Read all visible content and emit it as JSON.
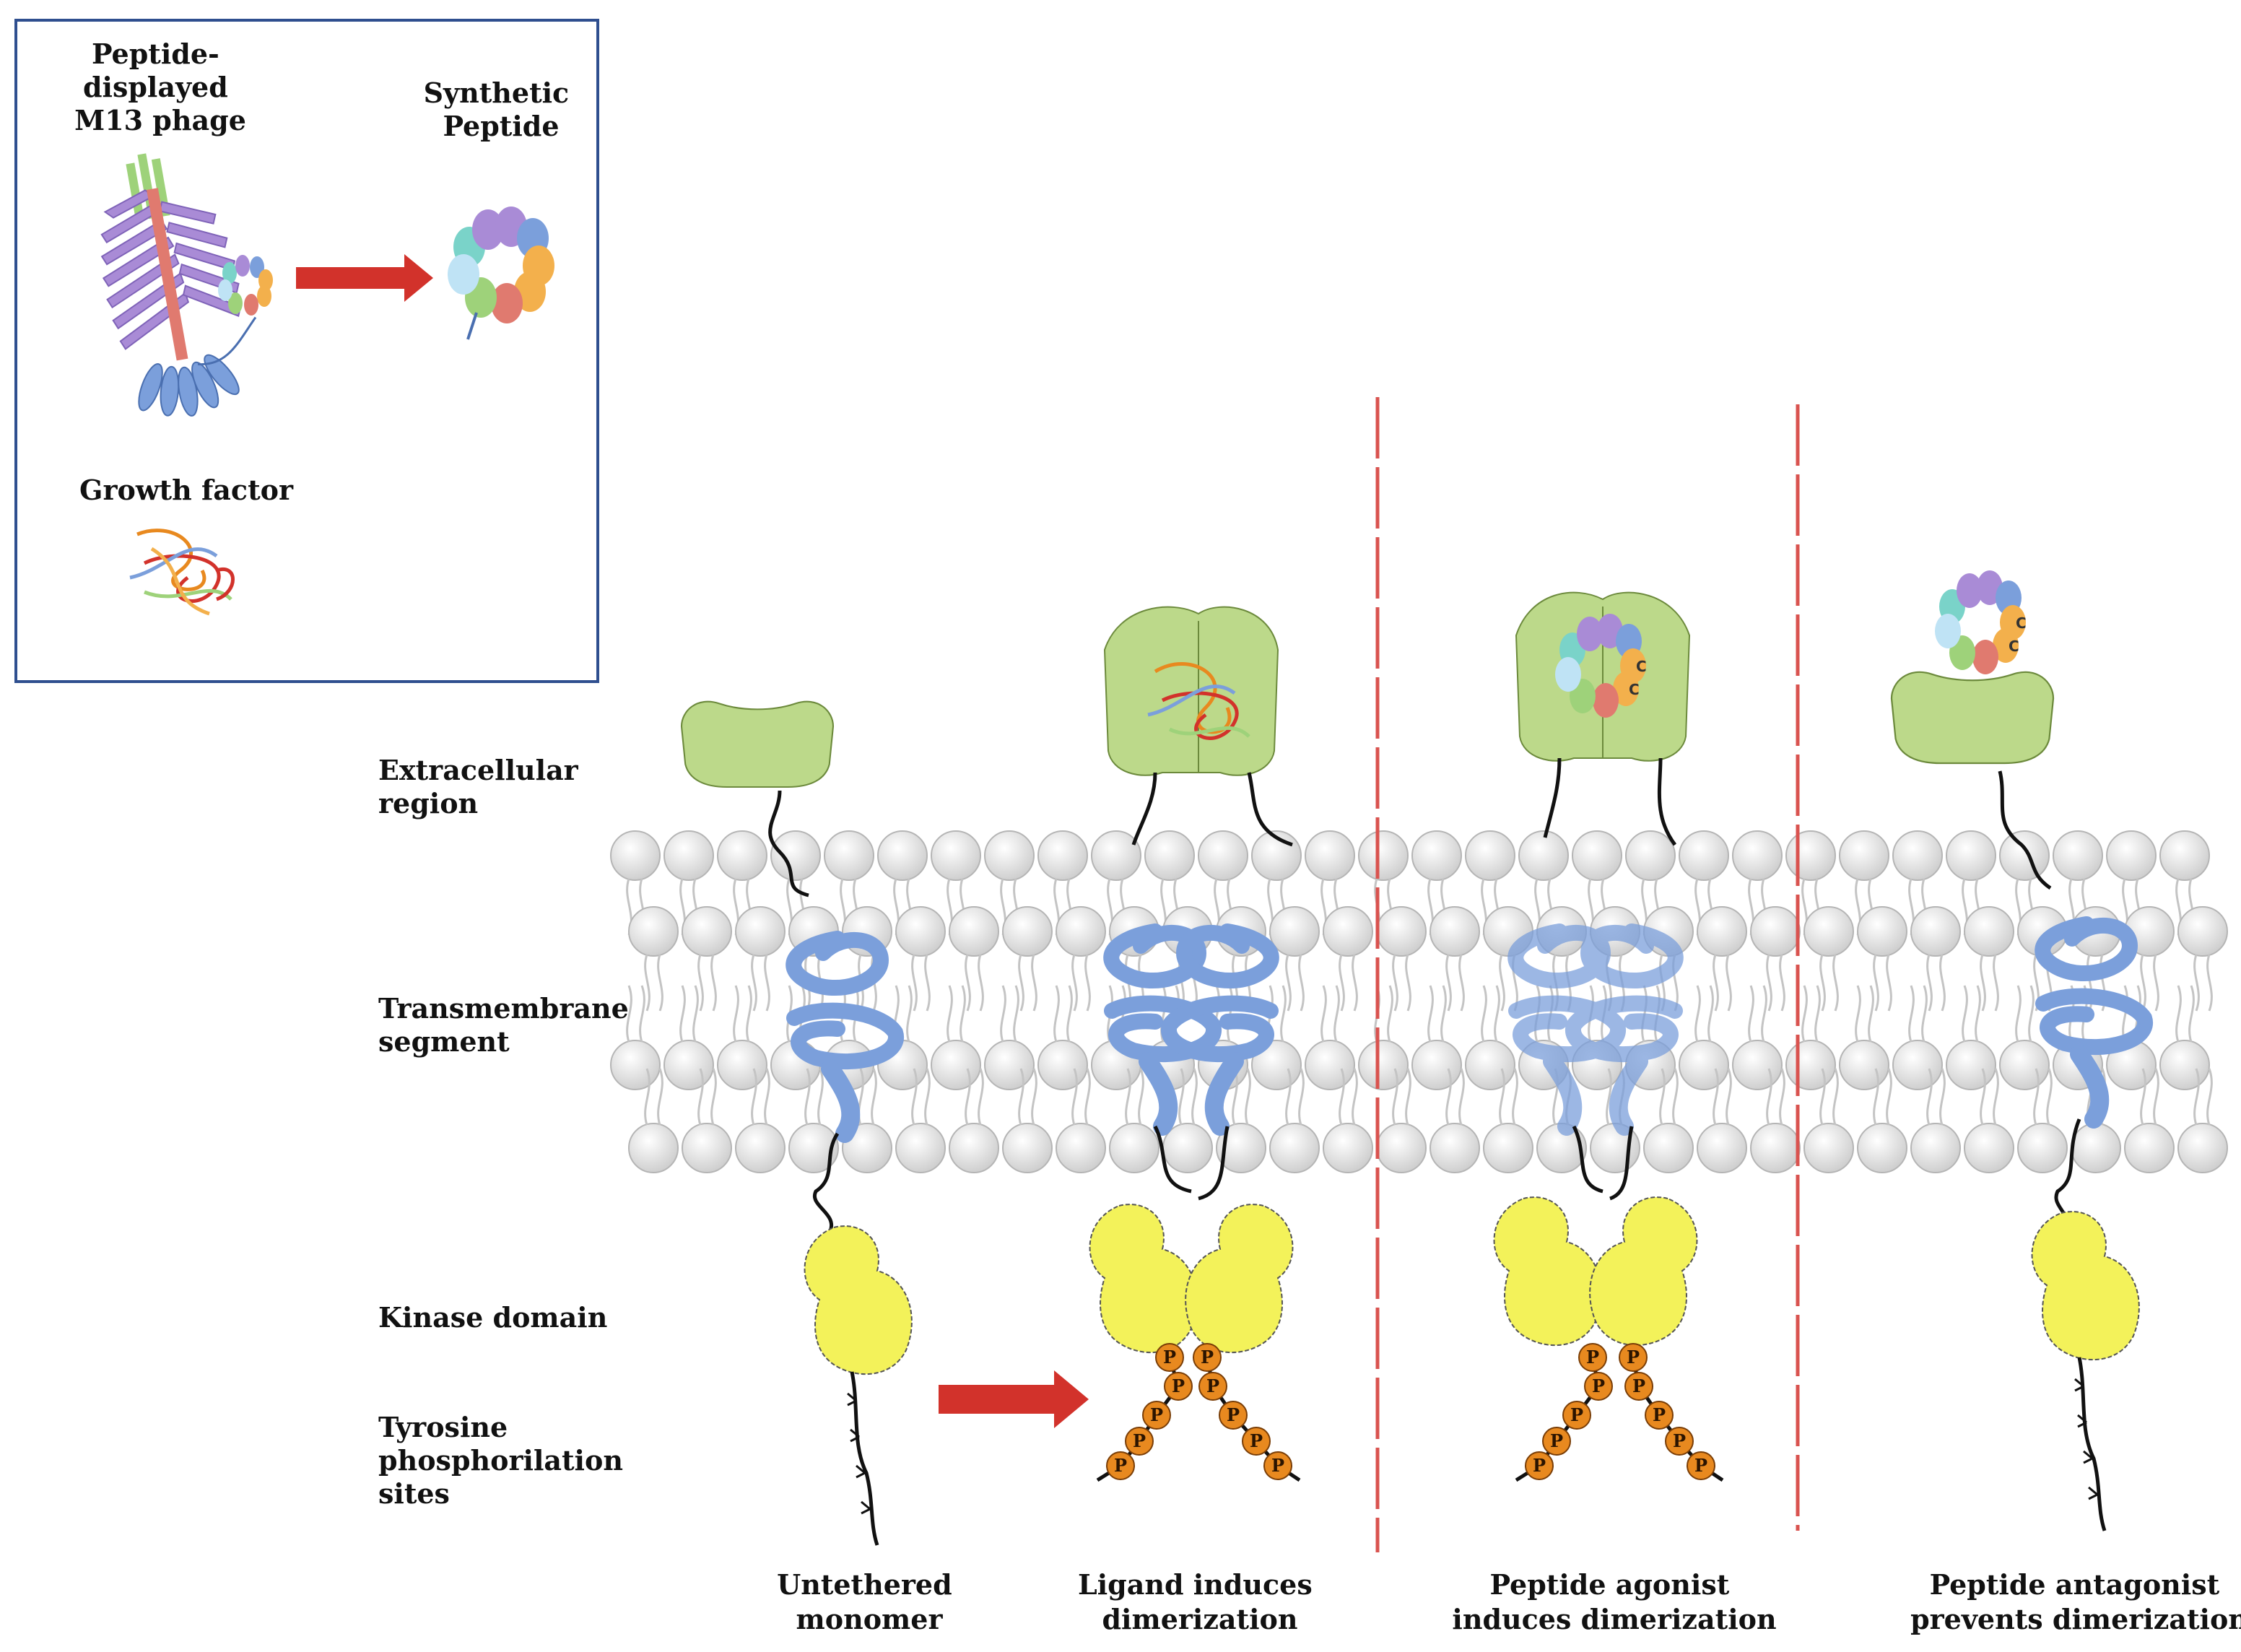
{
  "inset": {
    "phage_label": [
      "Peptide-",
      "displayed",
      "M13 phage"
    ],
    "peptide_label": [
      "Synthetic",
      "Peptide"
    ],
    "growth_factor_label": "Growth factor"
  },
  "side_labels": {
    "extracellular": [
      "Extracellular",
      "region"
    ],
    "transmembrane": [
      "Transmembrane",
      "segment"
    ],
    "kinase": "Kinase domain",
    "tyrosine": [
      "Tyrosine",
      "phosphorilation",
      "sites"
    ]
  },
  "captions": {
    "c1": [
      "Untethered",
      "monomer"
    ],
    "c2": [
      "Ligand induces",
      "dimerization"
    ],
    "c3": [
      "Peptide agonist",
      "induces dimerization"
    ],
    "c4": [
      "Peptide antagonist",
      "prevents dimerization"
    ]
  },
  "glyphs": {
    "phospho": "P",
    "cysteine": "C"
  },
  "colors": {
    "ecd": "#bcd98a",
    "tm": "#7b9fdb",
    "kinase": "#f3f25a",
    "phospho": "#e8891f",
    "arrow": "#d2322b",
    "divider": "#d9534f",
    "frame": "#2f4f8f"
  }
}
